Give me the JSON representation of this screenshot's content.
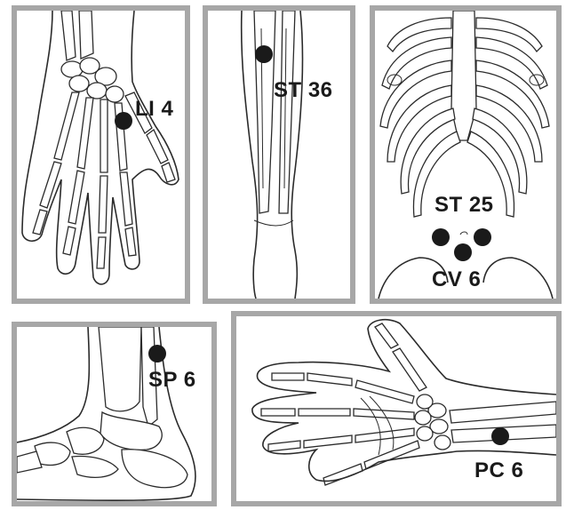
{
  "colors": {
    "border": "#a7a7a7",
    "ink": "#1a1a1a",
    "background": "#ffffff"
  },
  "panels": [
    {
      "id": "hand",
      "point": {
        "label": "LI 4"
      }
    },
    {
      "id": "leg",
      "point": {
        "label": "ST 36"
      }
    },
    {
      "id": "abdomen",
      "points": [
        {
          "label": "ST 25"
        },
        {
          "label": "CV 6"
        }
      ]
    },
    {
      "id": "ankle",
      "point": {
        "label": "SP 6"
      }
    },
    {
      "id": "wrist",
      "point": {
        "label": "PC 6"
      }
    }
  ]
}
